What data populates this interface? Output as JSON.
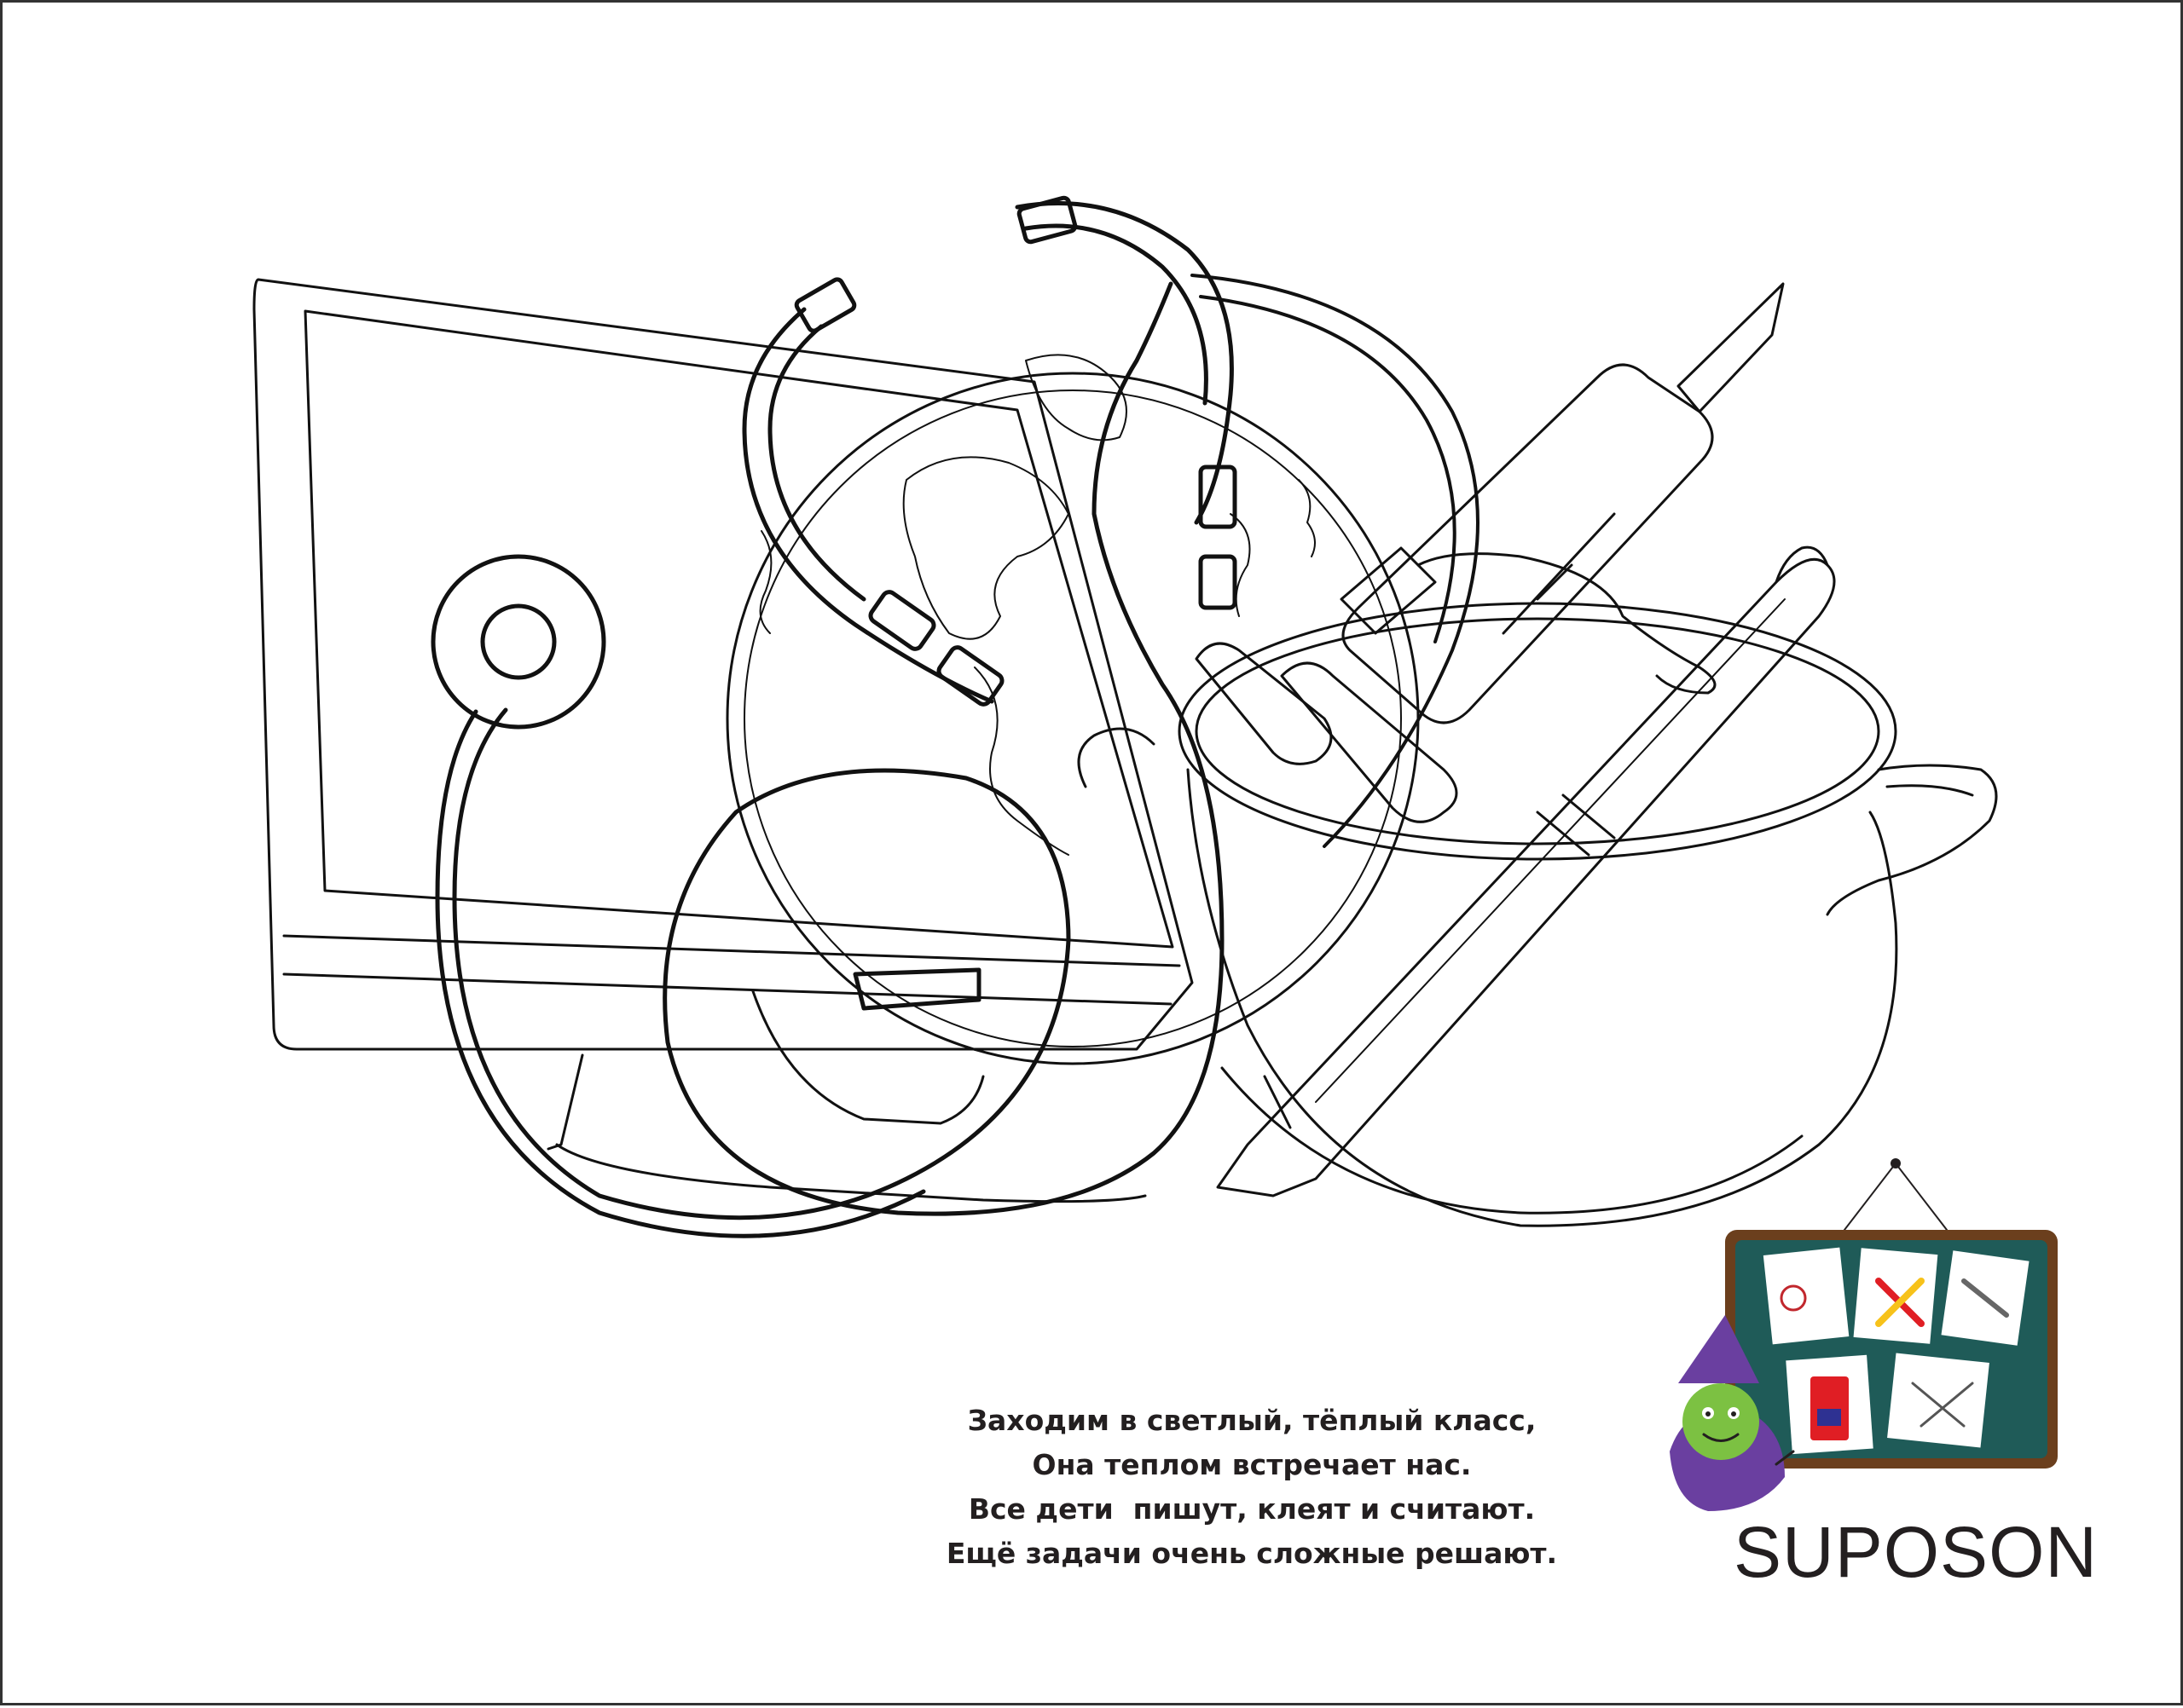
{
  "poem": {
    "lines": [
      "Заходим в светлый, тёплый класс,",
      "Она теплом встречает нас.",
      "Все дети  пишут, клеят и считают.",
      "Ещё задачи очень сложные решают."
    ]
  },
  "brand": {
    "name": "SUPOSON"
  },
  "colors": {
    "line_art": "#111111",
    "text": "#231f20",
    "board_frame": "#6b3f1d",
    "board_surface": "#1f5b58",
    "wizard_robe": "#6a3fa0",
    "wizard_face": "#7cc142"
  }
}
